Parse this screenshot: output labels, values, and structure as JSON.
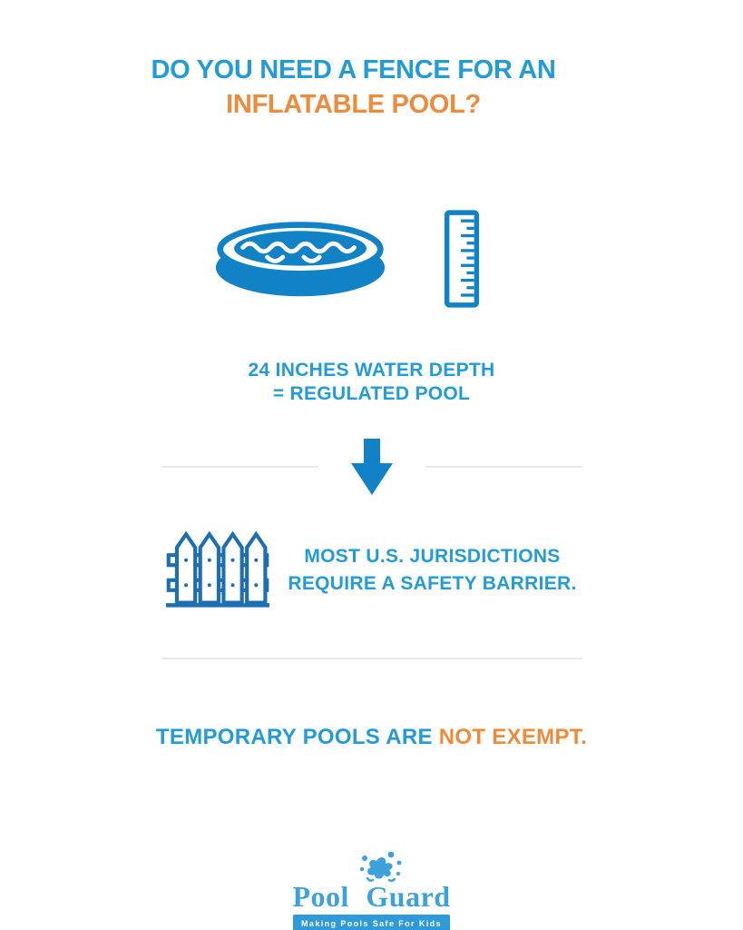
{
  "header": {
    "title_line1": "DO YOU NEED A FENCE FOR AN",
    "title_line2": "INFLATABLE POOL?"
  },
  "depth_section": {
    "pool_icon": "inflatable-pool-icon",
    "ruler_icon": "ruler-icon",
    "caption_line1": "24 INCHES WATER DEPTH",
    "caption_line2": "= REGULATED POOL"
  },
  "flow": {
    "arrow_icon": "down-arrow-icon"
  },
  "barrier_section": {
    "fence_icon": "picket-fence-icon",
    "text_line1": "MOST U.S. JURISDICTIONS",
    "text_line2": "REQUIRE A SAFETY BARRIER."
  },
  "exempt_section": {
    "text_blue": "TEMPORARY POOLS ARE ",
    "text_orange": "NOT EXEMPT."
  },
  "footer": {
    "splash_icon": "water-splash-icon",
    "brand": "Pool Guard",
    "tagline": "Making Pools Safe For Kids"
  },
  "colors": {
    "heading_blue": "#239bd7",
    "accent_orange": "#ed8b3d",
    "icon_blue": "#1182c6",
    "fence_blue": "#1e6fb2",
    "divider_gray": "#e7eaea",
    "logo_blue": "#3da1db",
    "banner_blue": "#2e9ad9",
    "background": "#ffffff"
  }
}
